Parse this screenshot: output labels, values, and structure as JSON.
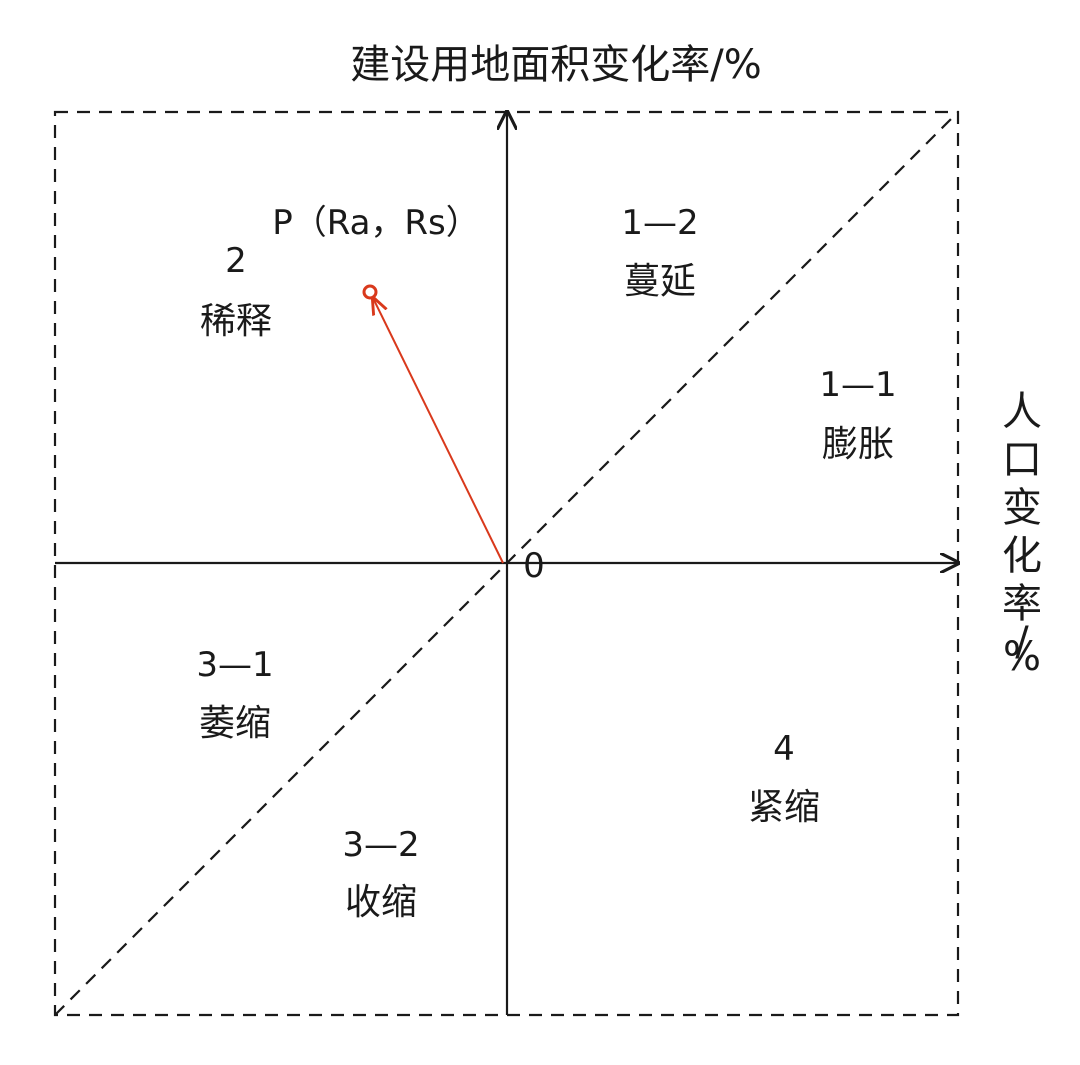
{
  "diagram": {
    "y_axis_title": "建设用地面积变化率/%",
    "x_axis_title_chars": [
      "人",
      "口",
      "变",
      "化",
      "率",
      "/",
      "%"
    ],
    "origin_label": "0",
    "point_label": "P（Ra，Rs）",
    "zones": [
      {
        "id": "2",
        "code": "2",
        "name": "稀释"
      },
      {
        "id": "1-2",
        "code": "1—2",
        "name": "蔓延"
      },
      {
        "id": "1-1",
        "code": "1—1",
        "name": "膨胀"
      },
      {
        "id": "3-1",
        "code": "3—1",
        "name": "萎缩"
      },
      {
        "id": "3-2",
        "code": "3—2",
        "name": "收缩"
      },
      {
        "id": "4",
        "code": "4",
        "name": "紧缩"
      }
    ],
    "colors": {
      "line": "#1a1a1a",
      "vector": "#d9391c"
    }
  }
}
